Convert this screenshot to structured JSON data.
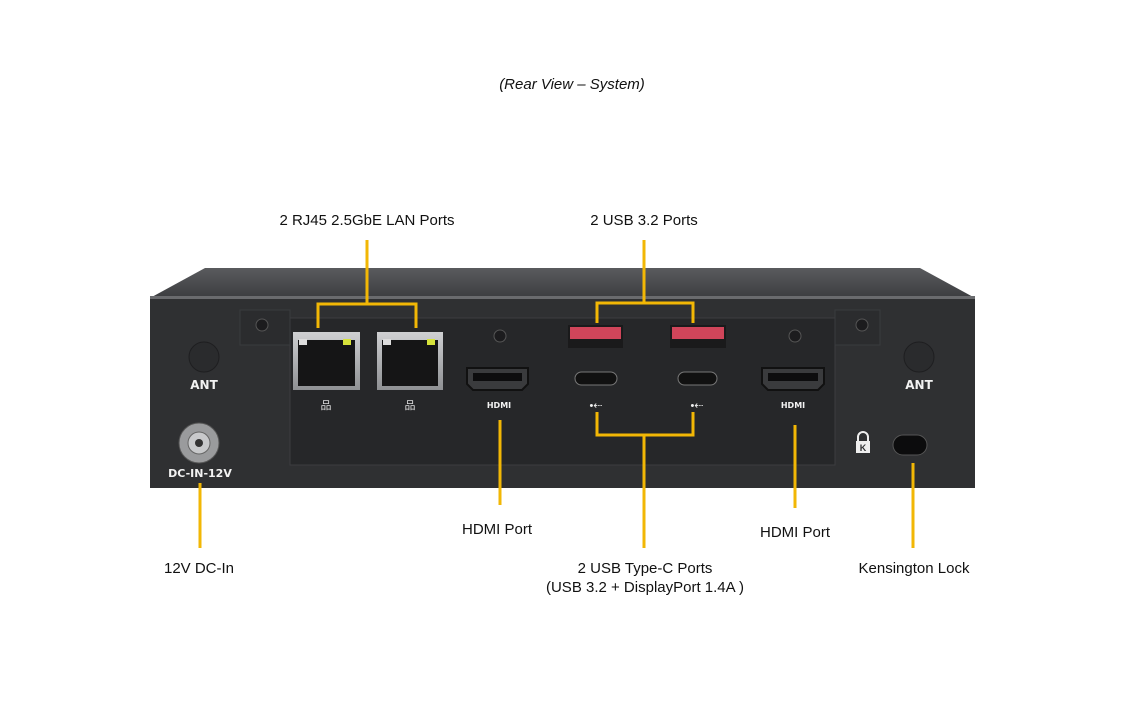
{
  "title": "(Rear View – System)",
  "callouts": {
    "lan": "2 RJ45 2.5GbE LAN Ports",
    "usb32": "2 USB 3.2 Ports",
    "hdmi_left": "HDMI Port",
    "usbc_line1": "2 USB Type-C Ports",
    "usbc_line2": "(USB 3.2 + DisplayPort 1.4A )",
    "hdmi_right": "HDMI Port",
    "dc_in": "12V DC-In",
    "kensington": "Kensington Lock"
  },
  "silkscreen": {
    "ant_left": "ANT",
    "ant_right": "ANT",
    "hdmi_left": "HDMI",
    "hdmi_right": "HDMI",
    "dc": "DC-IN-12V"
  },
  "colors": {
    "callout": "#f2b705",
    "chassis": "#2f3032",
    "usb_a": "#d0455a"
  }
}
